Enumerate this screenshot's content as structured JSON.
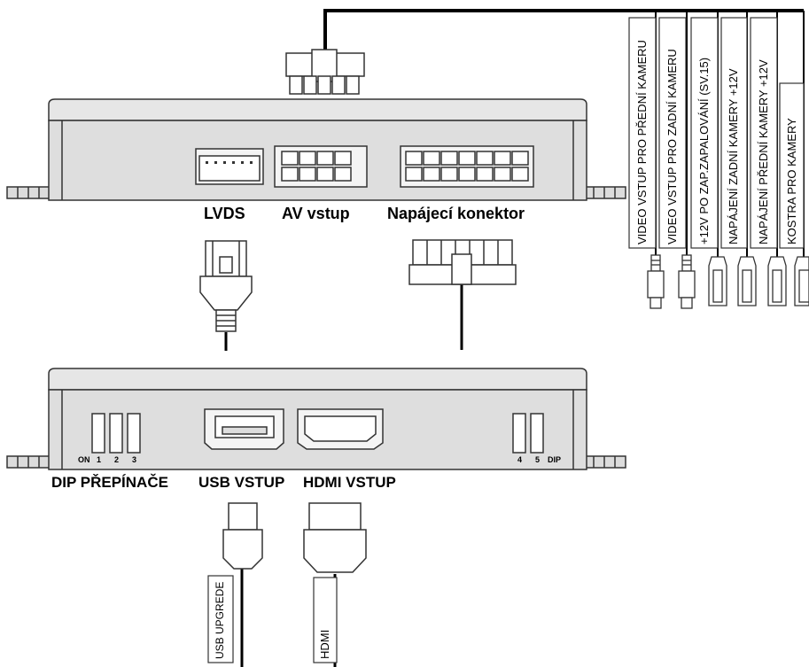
{
  "top_unit": {
    "connectors": {
      "lvds": "LVDS",
      "av_input": "AV vstup",
      "power_connector": "Napájecí konektor"
    }
  },
  "harness_wires": [
    {
      "label": "VIDEO VSTUP PRO PŘEDNÍ KAMERU"
    },
    {
      "label": "VIDEO VSTUP PRO ZADNÍ  KAMERU"
    },
    {
      "label": "+12V PO ZAP.ZAPALOVÁNÍ (SV.15)"
    },
    {
      "label": "NAPÁJENÍ ZADNÍ KAMERY +12V"
    },
    {
      "label": "NAPÁJENÍ PŘEDNÍ KAMERY +12V"
    },
    {
      "label": "KOSTRA PRO KAMERY"
    }
  ],
  "bottom_unit": {
    "dip_labels": {
      "on": "ON",
      "sw1": "1",
      "sw2": "2",
      "sw3": "3",
      "sw4": "4",
      "sw5": "5",
      "dip": "DIP"
    },
    "ports": {
      "dip_switches": "DIP PŘEPÍNAČE",
      "usb_input": "USB VSTUP",
      "hdmi_input": "HDMI VSTUP"
    }
  },
  "cables": {
    "usb_cable": "USB UPGREDE",
    "hdmi_cable": "HDMI"
  }
}
